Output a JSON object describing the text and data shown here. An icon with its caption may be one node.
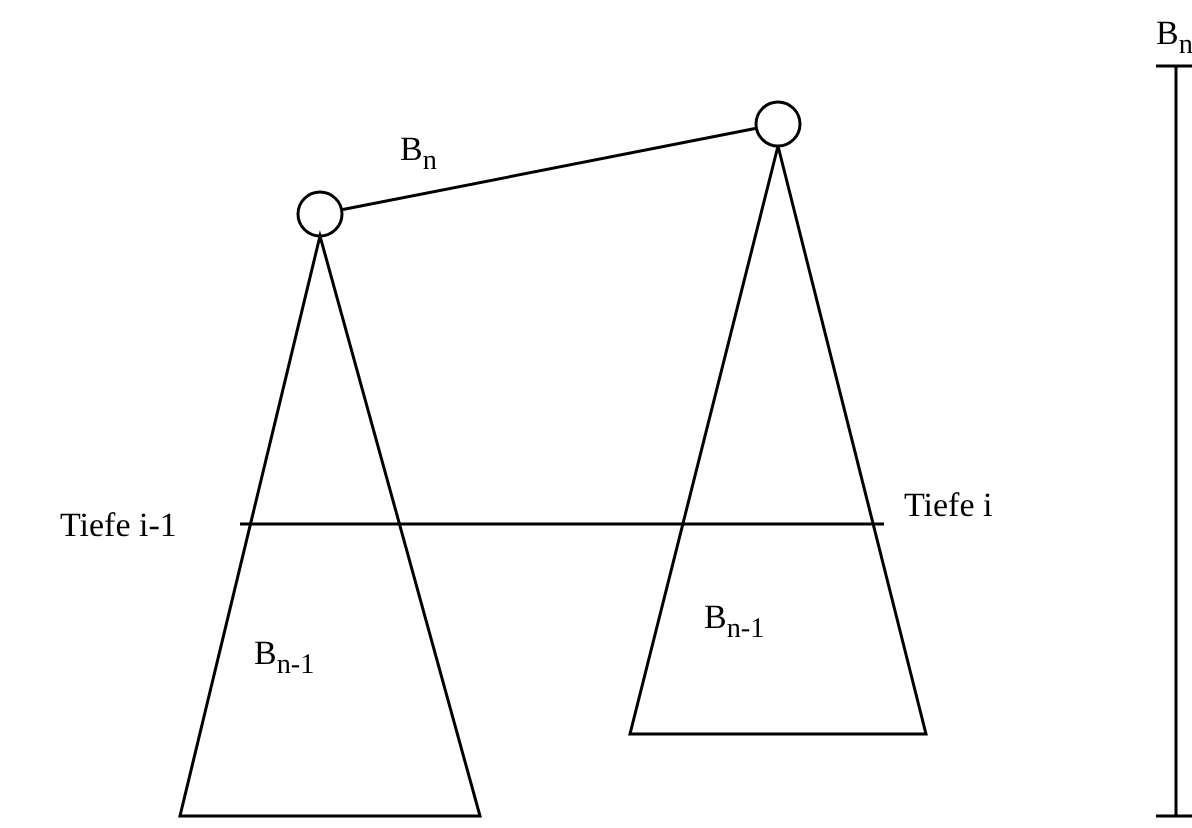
{
  "diagram": {
    "nodes": [
      {
        "text": [],
        "shape": "circle"
      },
      {
        "text": [],
        "shape": "circle"
      },
      {
        "text": [
          "B$_{n-1}$"
        ]
      },
      {
        "text": [
          "B$_{n-1}$"
        ]
      }
    ],
    "edges": [
      {
        "from": 0,
        "to": 1,
        "arrow": "none"
      }
    ],
    "labels": [
      "B$_{n}$",
      "B$_{n}$",
      "Tiefe i-1",
      "Tiefe i"
    ]
  }
}
